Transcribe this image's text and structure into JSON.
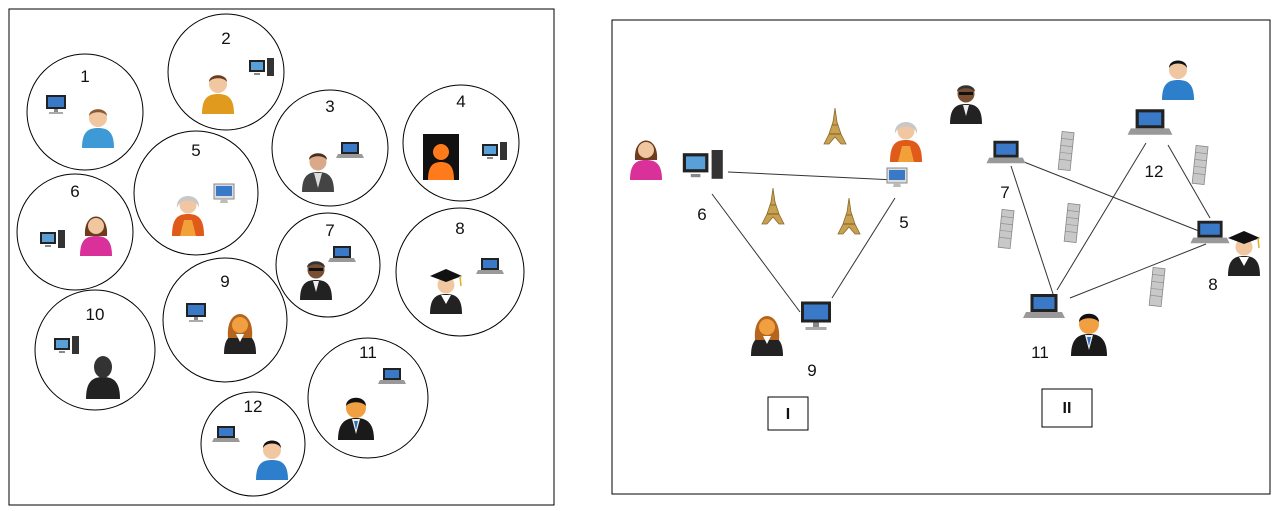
{
  "left_panel": {
    "nodes": [
      {
        "label": "1",
        "person": "man-blue-shirt",
        "device": "desktop-monitor"
      },
      {
        "label": "2",
        "person": "man-orange-shirt",
        "device": "desktop-tower"
      },
      {
        "label": "3",
        "person": "businessman-suit",
        "device": "laptop"
      },
      {
        "label": "4",
        "person": "orange-avatar-dark-bg",
        "device": "desktop-tower"
      },
      {
        "label": "5",
        "person": "elderly-woman-orange",
        "device": "imac"
      },
      {
        "label": "6",
        "person": "woman-pink",
        "device": "desktop-tower"
      },
      {
        "label": "7",
        "person": "man-glasses-dark",
        "device": "laptop"
      },
      {
        "label": "8",
        "person": "graduate",
        "device": "laptop"
      },
      {
        "label": "9",
        "person": "woman-brown-hair",
        "device": "desktop-monitor"
      },
      {
        "label": "10",
        "person": "dark-silhouette",
        "device": "desktop-tower"
      },
      {
        "label": "11",
        "person": "businessman-black",
        "device": "laptop"
      },
      {
        "label": "12",
        "person": "man-blue-shirt-black-hair",
        "device": "laptop"
      }
    ]
  },
  "right_panel": {
    "group_labels": [
      "I",
      "II"
    ],
    "group_I": {
      "nodes": [
        {
          "label": "6",
          "person": "woman-pink",
          "device": "desktop-tower"
        },
        {
          "label": "5",
          "person": "elderly-woman-orange",
          "device": "imac"
        },
        {
          "label": "9",
          "person": "woman-brown-hair",
          "device": "desktop-monitor"
        }
      ],
      "edges": [
        [
          "6",
          "5"
        ],
        [
          "6",
          "9"
        ],
        [
          "5",
          "9"
        ]
      ],
      "landmark_icon": "eiffel-tower-icon"
    },
    "group_II": {
      "nodes": [
        {
          "label": "7",
          "person": "man-glasses-dark",
          "device": "laptop"
        },
        {
          "label": "12",
          "person": "man-blue-shirt-black-hair",
          "device": "laptop"
        },
        {
          "label": "8",
          "person": "graduate",
          "device": "laptop"
        },
        {
          "label": "11",
          "person": "businessman-black",
          "device": "laptop"
        }
      ],
      "edges": [
        [
          "7",
          "8"
        ],
        [
          "7",
          "11"
        ],
        [
          "12",
          "8"
        ],
        [
          "12",
          "11"
        ],
        [
          "8",
          "11"
        ]
      ],
      "landmark_icon": "leaning-tower-icon"
    }
  }
}
